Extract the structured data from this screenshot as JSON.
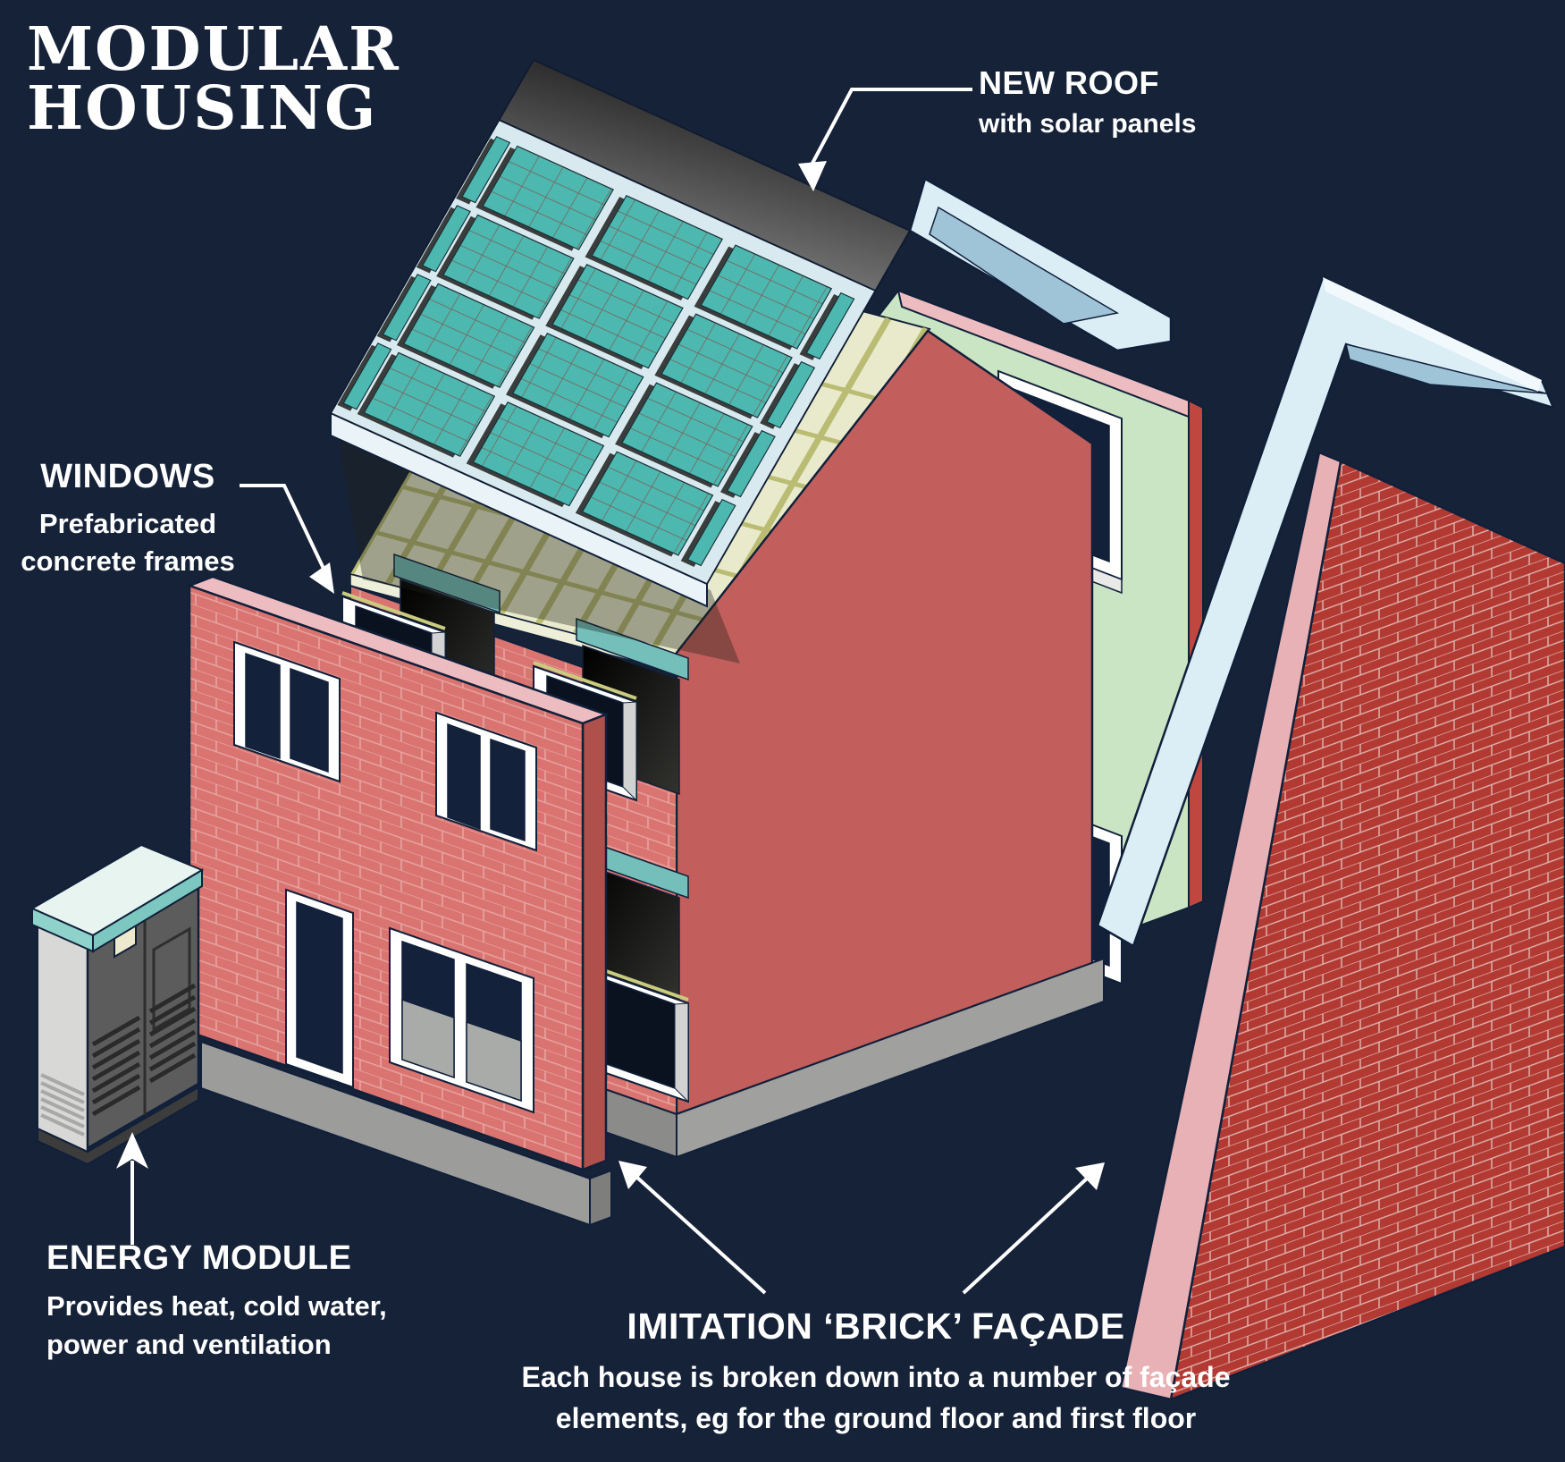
{
  "title": {
    "line1": "MODULAR",
    "line2": "HOUSING"
  },
  "annotations": {
    "new_roof": {
      "heading": "NEW ROOF",
      "sub": "with solar panels"
    },
    "windows": {
      "heading": "WINDOWS",
      "sub": "Prefabricated\nconcrete frames"
    },
    "energy_module": {
      "heading": "ENERGY MODULE",
      "sub": "Provides heat, cold water,\npower and ventilation"
    },
    "imitation_facade": {
      "heading": "IMITATION ‘BRICK’ FAÇADE",
      "sub": "Each house is broken down into a number of façade\nelements, eg for the ground floor and first floor"
    }
  },
  "illustration": {
    "type": "exploded isometric diagram of a modular retrofit house",
    "components": [
      "new roof panel with 3x4 grid of solar panels and dark ridge strip",
      "roof batten deck with olive lattice on house",
      "main house with red brick front wall, teal window lintels and salmon gable wall",
      "prefabricated white concrete window frames (floating)",
      "leaning imitation brick facade panel with windows and door",
      "inner green gable wall with white framed windows",
      "light blue bargeboard / verge pieces",
      "dark red imitation brick gable facade panel",
      "energy module cabinet with louvres and mint top"
    ]
  },
  "colors": {
    "background": "#152238",
    "text": "#ffffff",
    "solar_panel": "#4db8b0",
    "solar_grid": "#7a5b52",
    "roof_slab": "#d8e9f0",
    "ridge_dark": "#3a3a3a",
    "brick_front": "#d97471",
    "brick_mortar": "#e8a5a1",
    "brick_dark_facade": "#b23a33",
    "gable_salmon": "#c25f5d",
    "deck_tan": "#e9eacb",
    "batten_olive": "#b9bc72",
    "lintel_teal": "#74bfba",
    "green_wall": "#c9e5c4",
    "pink_edge": "#ecbcc0",
    "red_edge": "#c0473f",
    "bargeboard": "#dceef5",
    "bargeboard_under": "#9fc3d7",
    "plinth_gray": "#8b8b89",
    "module_front": "#5c5c5c",
    "module_side": "#d8d8d6",
    "module_top": "#e7f4f0",
    "module_top_edge": "#8fd2cb"
  }
}
